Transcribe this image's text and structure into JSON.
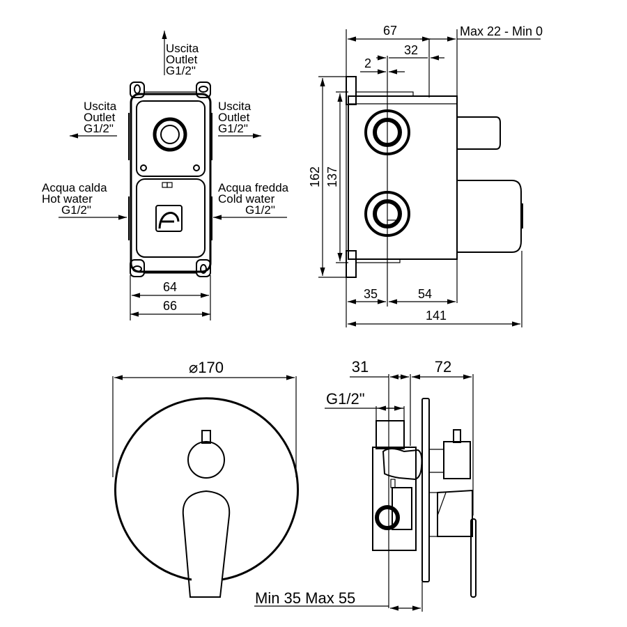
{
  "drawing": {
    "title": "Built-in bath/shower mixer technical drawing",
    "line_color": "#000000",
    "background": "#ffffff"
  },
  "front_view": {
    "top_outlet": [
      "Uscita",
      "Outlet",
      "G1/2\""
    ],
    "left_outlet": [
      "Uscita",
      "Outlet",
      "G1/2\""
    ],
    "right_outlet": [
      "Uscita",
      "Outlet",
      "G1/2\""
    ],
    "hot_water": [
      "Acqua calda",
      "Hot water",
      "G1/2\""
    ],
    "cold_water": [
      "Acqua fredda",
      "Cold water",
      "G1/2\""
    ],
    "dim_inner_width": "64",
    "dim_outer_width": "66"
  },
  "side_view": {
    "dim_67": "67",
    "dim_range": "Max 22 - Min 0",
    "dim_32": "32",
    "dim_2": "2",
    "dim_162": "162",
    "dim_137": "137",
    "dim_35": "35",
    "dim_54": "54",
    "dim_141": "141"
  },
  "plate_view": {
    "diameter": "⌀170",
    "diameter_symbol": "⌀",
    "diameter_value": "170"
  },
  "profile_view": {
    "dim_31": "31",
    "dim_72": "72",
    "thread": "G1/2\"",
    "depth_range": "Min 35 Max 55"
  }
}
